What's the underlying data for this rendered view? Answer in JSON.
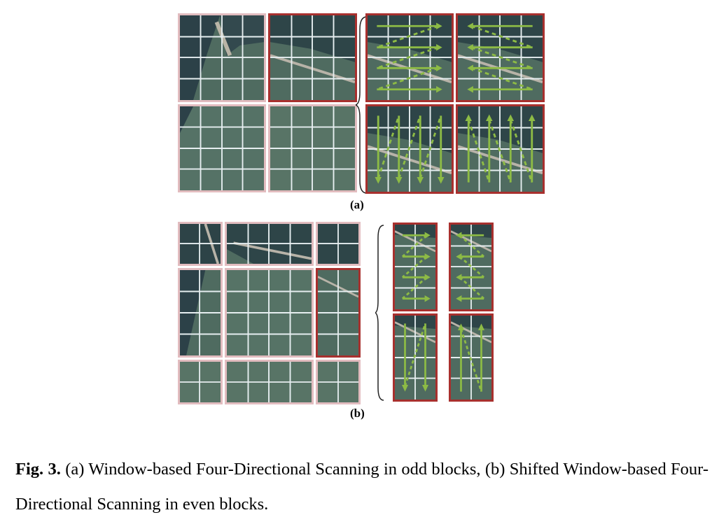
{
  "figure": {
    "label_a": "(a)",
    "label_b": "(b)"
  },
  "caption": {
    "fig_number": "Fig. 3.",
    "text": "(a) Window-based Four-Directional Scanning in odd blocks, (b) Shifted Window-based Four-Directional Scanning in even blocks."
  },
  "colors": {
    "window_border": "#e2bcbf",
    "selected_border": "#a8302e",
    "arrow": "#8dbb45",
    "grid": "#e6eef0"
  },
  "icons": {
    "arrow": "scan-direction-arrow",
    "brace": "left-curly-brace"
  }
}
